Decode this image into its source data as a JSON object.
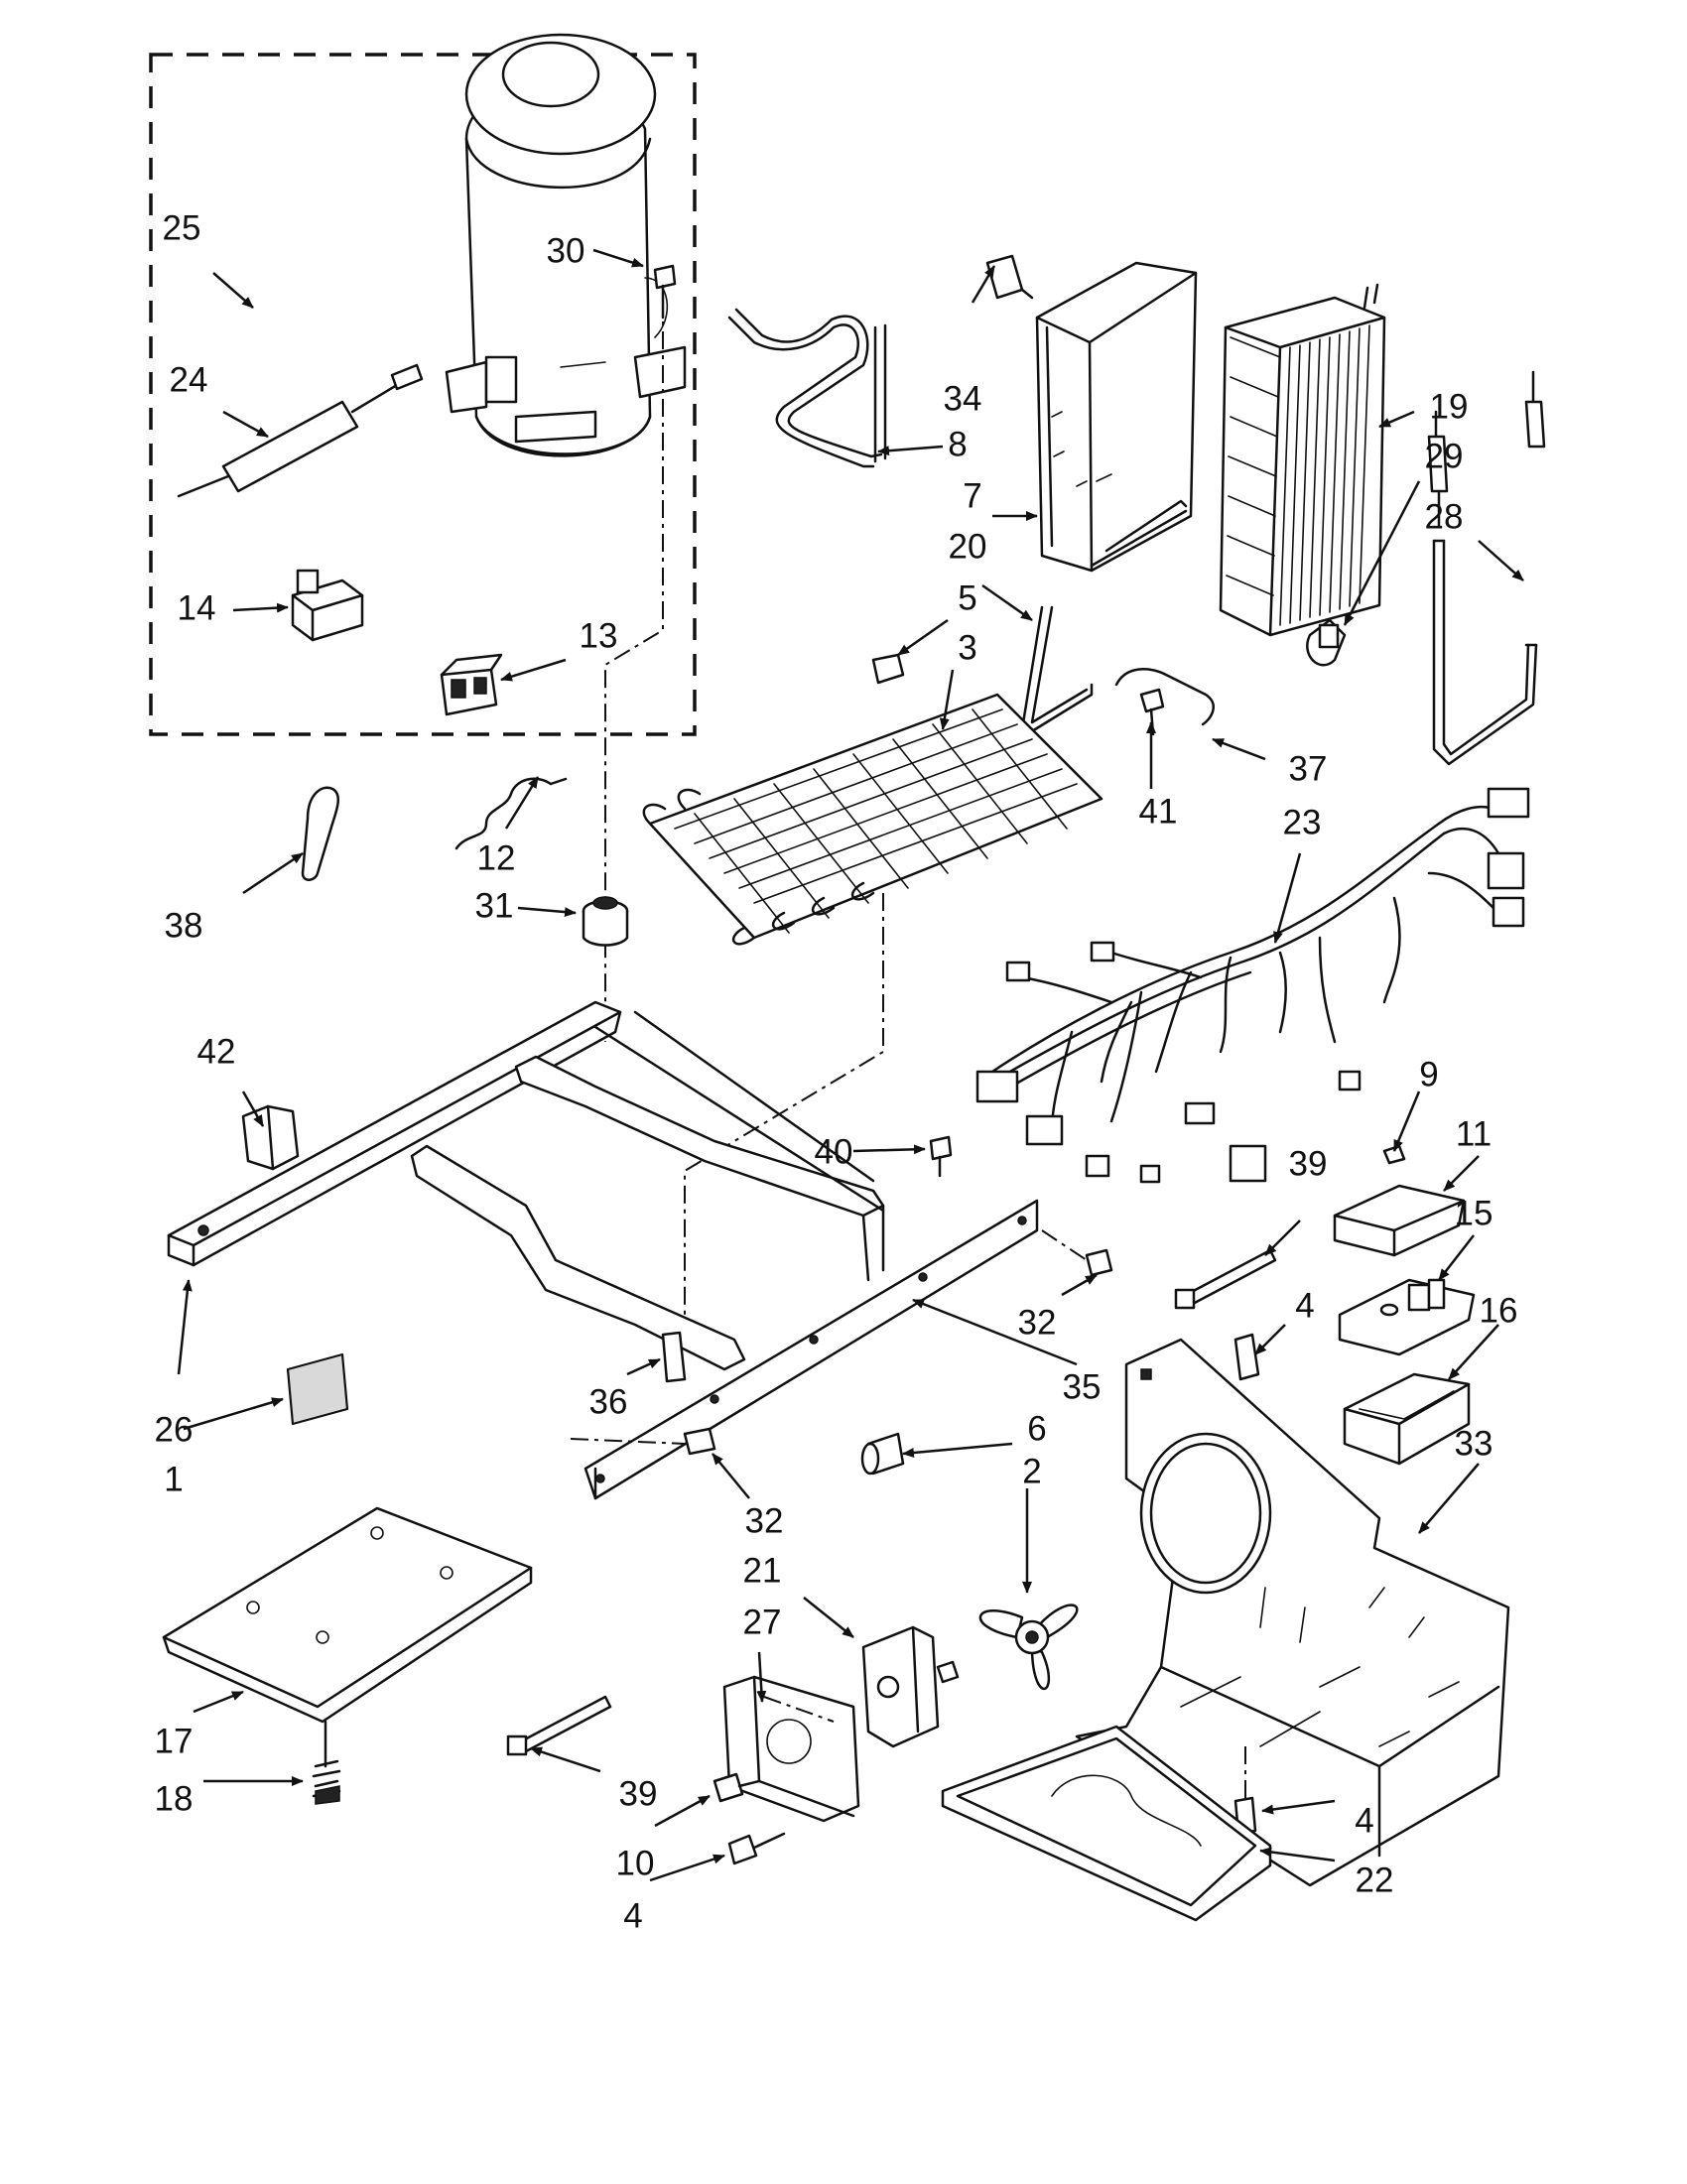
{
  "callouts": {
    "c1": "1",
    "c2": "2",
    "c3": "3",
    "c4a": "4",
    "c4b": "4",
    "c4c": "4",
    "c5": "5",
    "c6": "6",
    "c7": "7",
    "c8": "8",
    "c9": "9",
    "c10": "10",
    "c11": "11",
    "c12": "12",
    "c13": "13",
    "c14": "14",
    "c15": "15",
    "c16": "16",
    "c17": "17",
    "c18": "18",
    "c19": "19",
    "c20": "20",
    "c21": "21",
    "c22": "22",
    "c23": "23",
    "c24": "24",
    "c25": "25",
    "c26": "26",
    "c27": "27",
    "c28": "28",
    "c29": "29",
    "c30": "30",
    "c31": "31",
    "c32a": "32",
    "c32b": "32",
    "c33": "33",
    "c34": "34",
    "c35": "35",
    "c36": "36",
    "c37": "37",
    "c38": "38",
    "c39a": "39",
    "c39b": "39",
    "c40": "40",
    "c41": "41",
    "c42": "42"
  }
}
